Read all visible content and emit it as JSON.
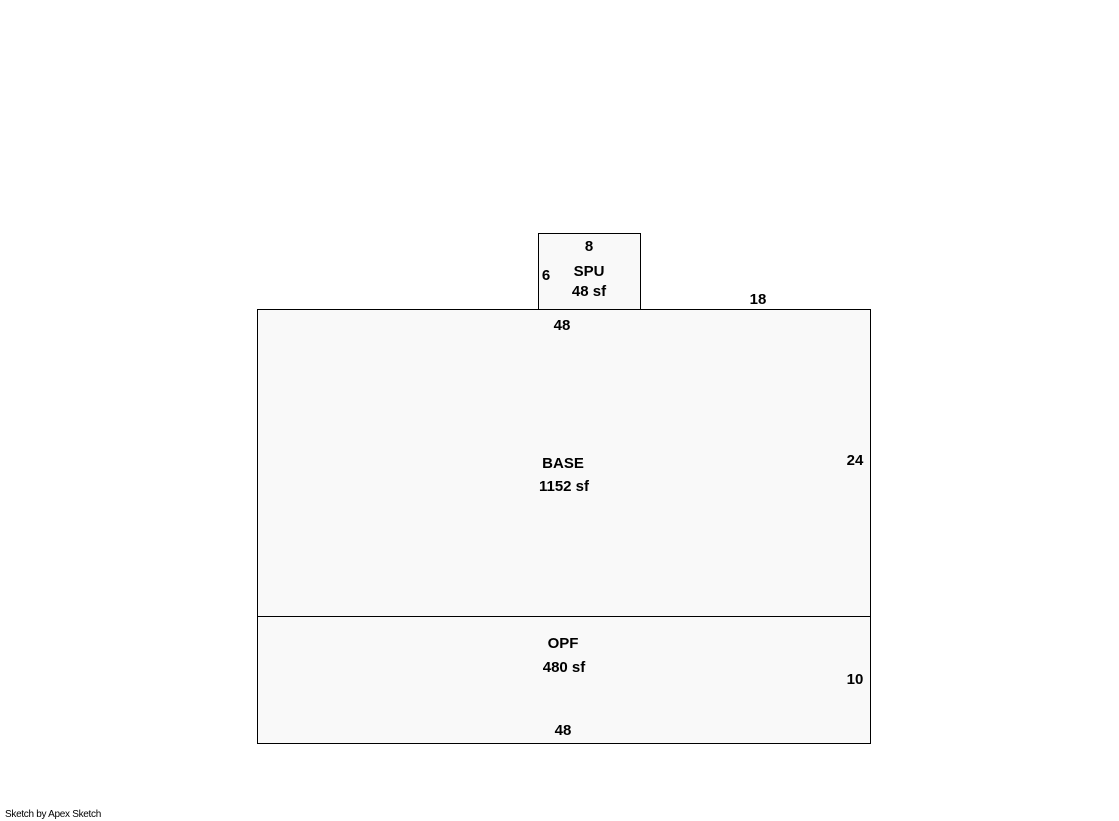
{
  "sketch": {
    "areas": [
      {
        "code": "SPU",
        "area_label": "48 sf",
        "dims": {
          "top": "8",
          "left": "6"
        }
      },
      {
        "code": "BASE",
        "area_label": "1152 sf",
        "dims": {
          "top": "48",
          "top_right": "18",
          "right": "24"
        }
      },
      {
        "code": "OPF",
        "area_label": "480 sf",
        "dims": {
          "right": "10",
          "bottom": "48"
        }
      }
    ]
  },
  "footer": {
    "text": "Sketch by Apex Sketch"
  },
  "colors": {
    "fill": "#f9f9f9",
    "stroke": "#000000",
    "background": "#ffffff"
  }
}
